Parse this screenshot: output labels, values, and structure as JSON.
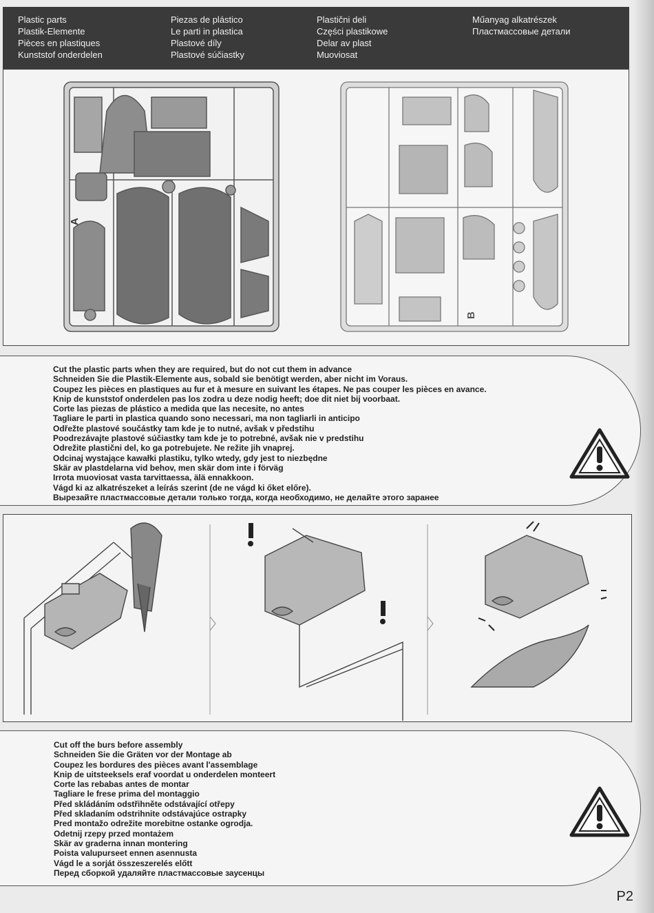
{
  "header": {
    "columns": [
      [
        "Plastic parts",
        "Plastik-Elemente",
        "Pièces en plastiques",
        "Kunststof onderdelen"
      ],
      [
        "Piezas de plástico",
        "Le parti in plastica",
        "Plastové díly",
        "Plastové súčiastky"
      ],
      [
        "Plastični deli",
        "Części plastikowe",
        "Delar av plast",
        "Muoviosat"
      ],
      [
        "Műanyag alkatrészek",
        "Пластмассовые детали"
      ]
    ]
  },
  "sprues": {
    "a_label": "A",
    "b_label": "B"
  },
  "warning1": {
    "lines": [
      "Cut the plastic parts when they are required, but do not cut them in advance",
      "Schneiden Sie die Plastik-Elemente aus, sobald sie benötigt werden, aber nicht im Voraus.",
      "Coupez les pièces en plastiques au fur et à mesure en suivant les étapes. Ne pas couper les pièces en avance.",
      "Knip de kunststof onderdelen pas los zodra u deze nodig heeft; doe dit niet bij voorbaat.",
      "Corte las piezas de plástico a medida que las necesite, no antes",
      "Tagliare le parti in plastica quando sono necessari, ma non tagliarli in anticipo",
      "Odřežte plastové součástky tam kde je to nutné, avšak v předstihu",
      "Poodrezávajte plastové súčiastky tam kde je to potrebné, avšak nie v predstihu",
      "Odrežite plastični del, ko ga potrebujete. Ne režite jih vnaprej.",
      "Odcinaj wystające kawałki plastiku, tylko wtedy, gdy jest to niezbędne",
      "Skär av plastdelarna vid behov, men skär dom inte i förväg",
      "Irrota muoviosat vasta tarvittaessa, älä ennakkoon.",
      "Vágd ki az alkatrészeket a leírás szerint (de ne vágd ki őket előre).",
      "Вырезайте пластмассовые детали только тогда, когда необходимо, не делайте этого заранее"
    ]
  },
  "warning2": {
    "lines": [
      "Cut off the burs before assembly",
      "Schneiden Sie die Gräten vor der Montage ab",
      "Coupez les bordures des pièces avant l'assemblage",
      "Knip de uitsteeksels eraf voordat u onderdelen monteert",
      "Corte las rebabas antes de montar",
      "Tagliare le frese prima del montaggio",
      "Před skládáním odstřihněte odstávající otřepy",
      "Před skladaním odstrihnite odstávajúce ostrapky",
      "Pred montažo odrežite morebitne ostanke ogrodja.",
      "Odetnij rzepy przed montażem",
      "Skär av graderna innan montering",
      "Poista valupurseet ennen asennusta",
      "Vágd le a sorját összeszerelés előtt",
      "Перед сборкой удаляйте пластмассовые заусенцы"
    ]
  },
  "page": {
    "number": "P2"
  },
  "colors": {
    "header_bg": "#3a3a3a",
    "sprue": "#8a8a8a",
    "part": "#6e6e6e"
  }
}
